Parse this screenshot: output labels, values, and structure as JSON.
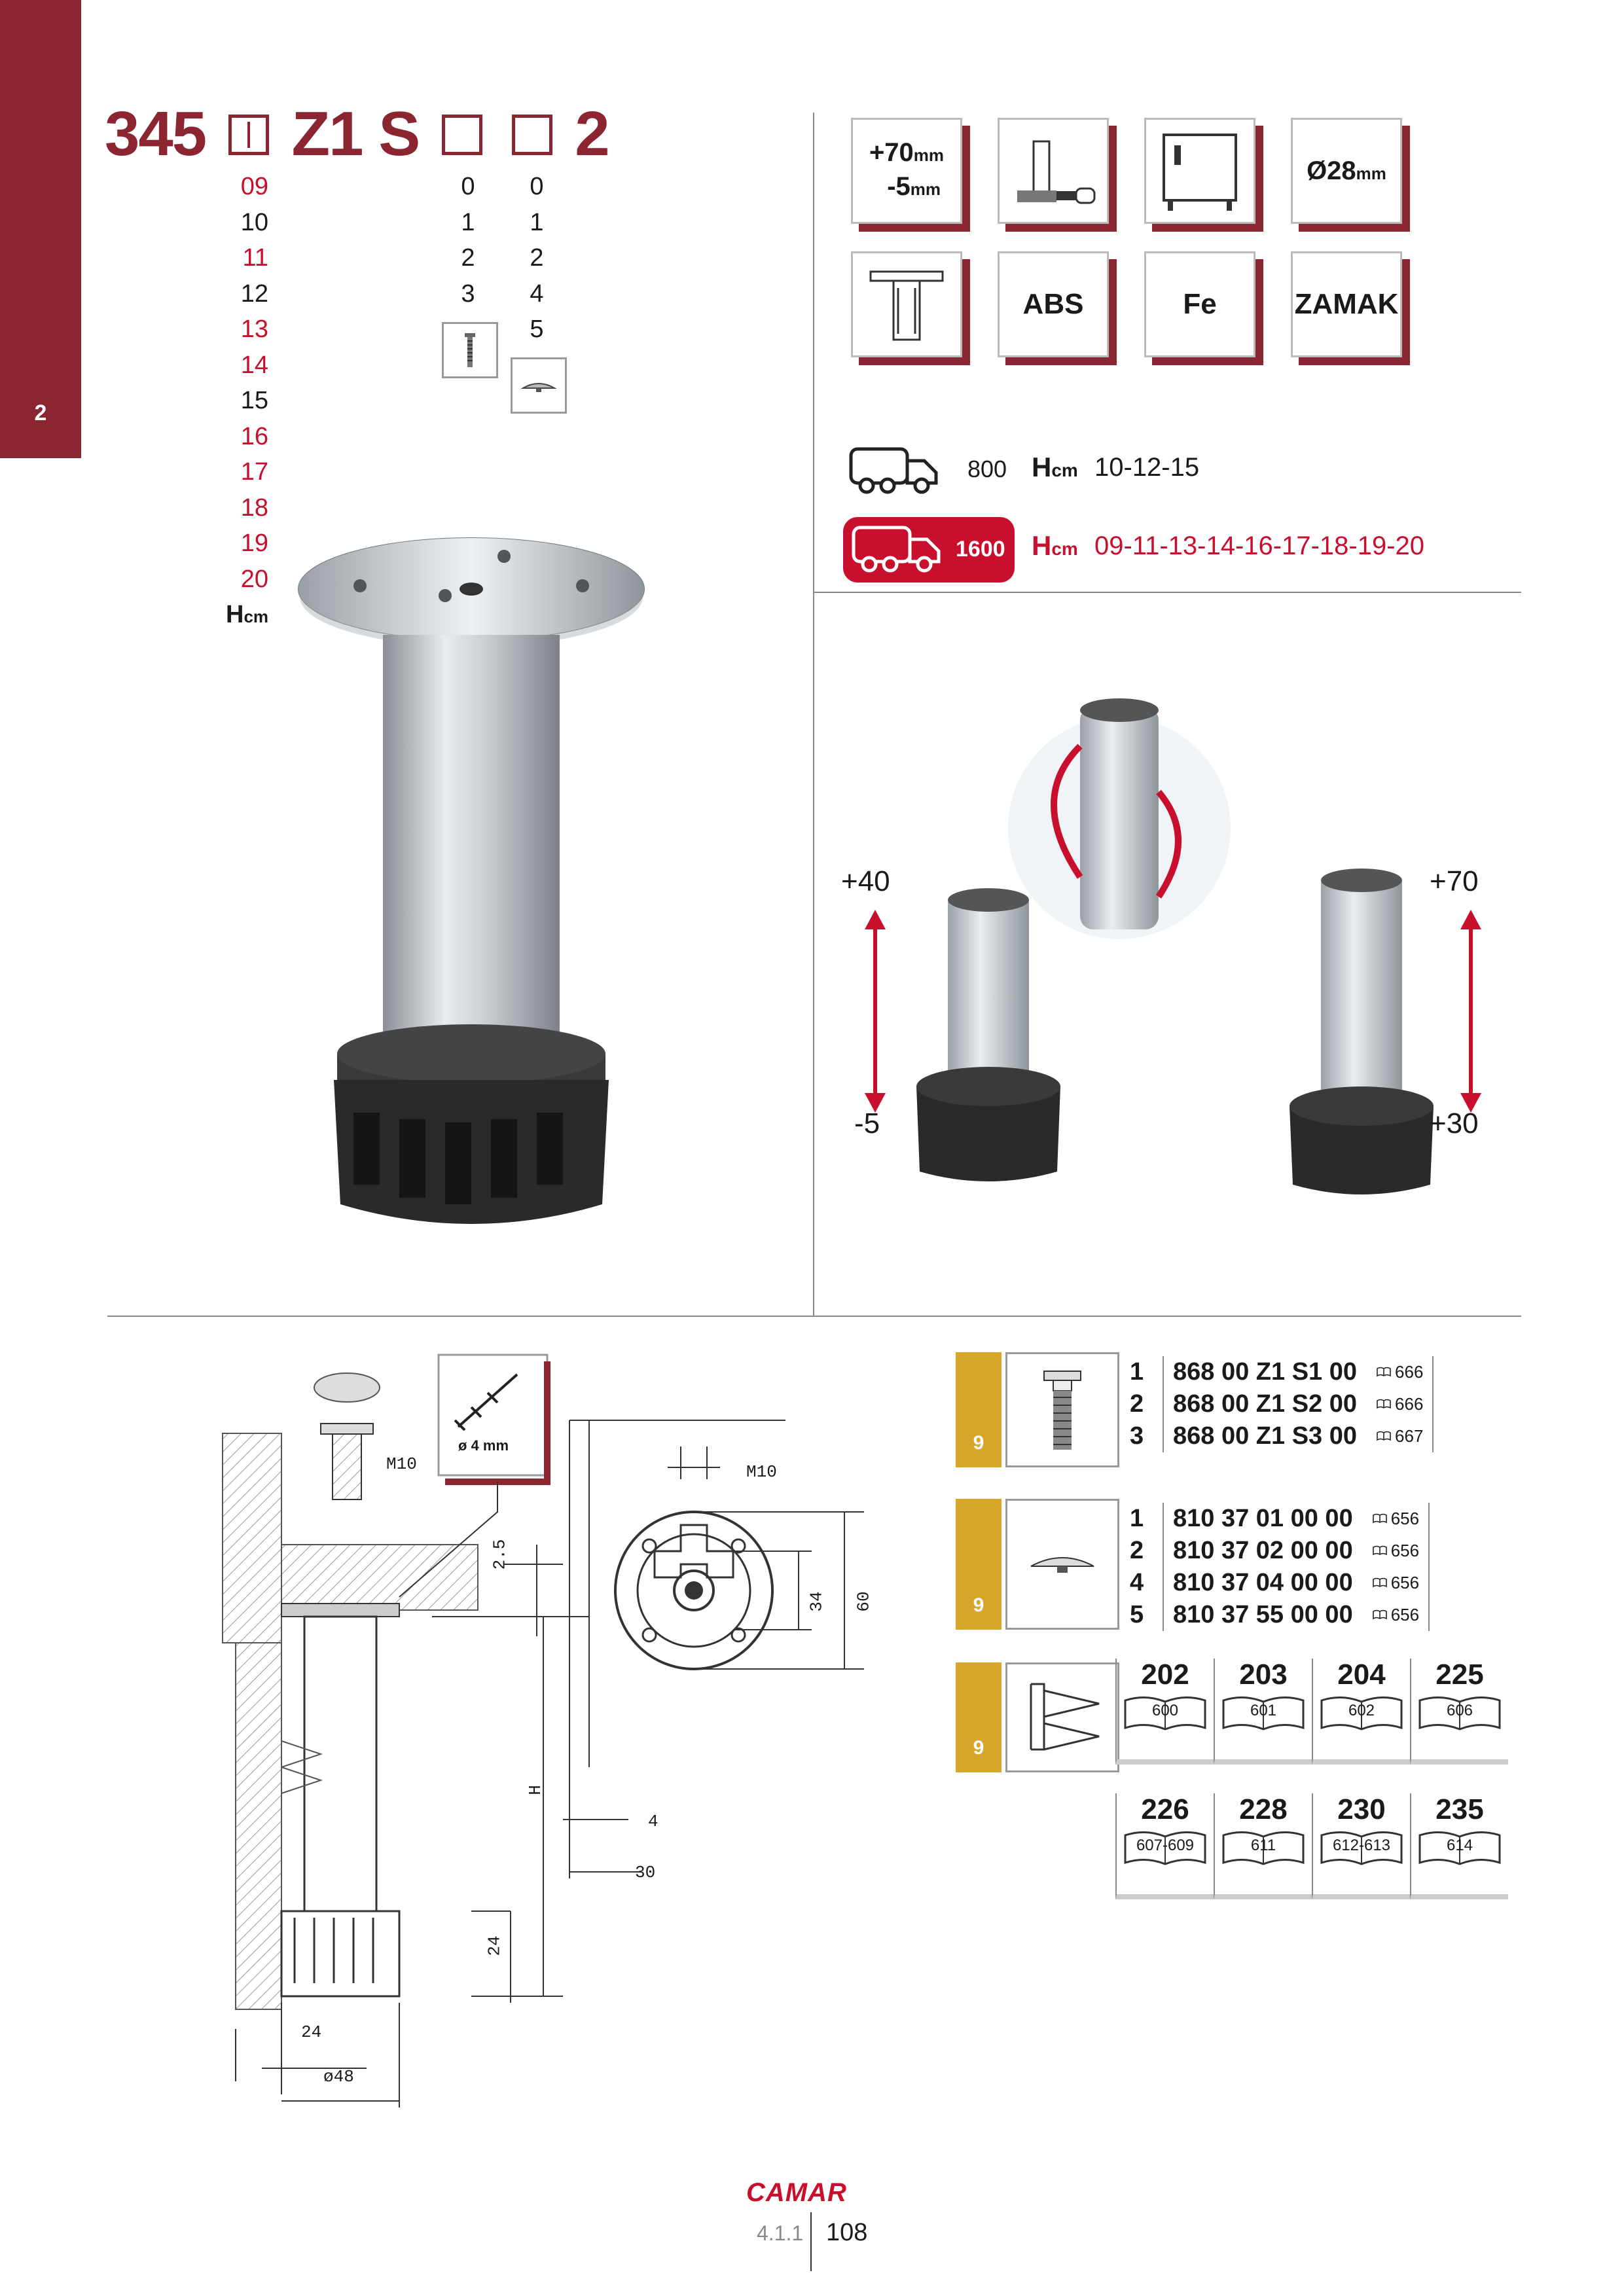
{
  "sidebar": {
    "page_tab": "2"
  },
  "title": {
    "prefix": "345",
    "middle": "Z1 S",
    "suffix": "2"
  },
  "heights": [
    {
      "v": "09",
      "red": true
    },
    {
      "v": "10",
      "red": false
    },
    {
      "v": "11",
      "red": true
    },
    {
      "v": "12",
      "red": false
    },
    {
      "v": "13",
      "red": true
    },
    {
      "v": "14",
      "red": true
    },
    {
      "v": "15",
      "red": false
    },
    {
      "v": "16",
      "red": true
    },
    {
      "v": "17",
      "red": true
    },
    {
      "v": "18",
      "red": true
    },
    {
      "v": "19",
      "red": true
    },
    {
      "v": "20",
      "red": true
    }
  ],
  "hcm_label": {
    "h": "H",
    "unit": "cm"
  },
  "option_col1": [
    "0",
    "1",
    "2",
    "3"
  ],
  "option_col2": [
    "0",
    "1",
    "2",
    "4",
    "5"
  ],
  "features": {
    "adjust_plus": "+70",
    "adjust_minus": "-5",
    "mm": "mm",
    "diameter": "Ø28",
    "materials": [
      "ABS",
      "Fe",
      "ZAMAK"
    ]
  },
  "shipping": [
    {
      "qty": "800",
      "h": "H",
      "unit": "cm",
      "values": "10-12-15"
    },
    {
      "qty": "1600",
      "h": "H",
      "unit": "cm",
      "values": "09-11-13-14-16-17-18-19-20"
    }
  ],
  "adjust_labels": {
    "left_top": "+40",
    "left_bottom": "-5",
    "right_top": "+70",
    "right_bottom": "+30"
  },
  "drawing": {
    "screw_label": "ø 4 mm",
    "m10_a": "M10",
    "m10_b": "M10",
    "d_2_5": "2.5",
    "d_34": "34",
    "d_60": "60",
    "d_h": "H",
    "d_4": "4",
    "d_30": "30",
    "d_24v": "24",
    "d_24h": "24",
    "d_48": "ø48"
  },
  "accessories": {
    "groups": [
      {
        "pack": "9",
        "rows": [
          {
            "n": "1",
            "code_a": "868 00 ",
            "code_b": "Z1",
            "code_c": " S1 00",
            "ref": "666"
          },
          {
            "n": "2",
            "code_a": "868 00 ",
            "code_b": "Z1",
            "code_c": " S2 00",
            "ref": "666"
          },
          {
            "n": "3",
            "code_a": "868 00 ",
            "code_b": "Z1",
            "code_c": " S3 00",
            "ref": "667"
          }
        ]
      },
      {
        "pack": "9",
        "rows": [
          {
            "n": "1",
            "code": "810 37 01 00 00",
            "ref": "656"
          },
          {
            "n": "2",
            "code": "810 37 02 00 00",
            "ref": "656"
          },
          {
            "n": "4",
            "code": "810 37 04 00 00",
            "ref": "656"
          },
          {
            "n": "5",
            "code": "810 37 55 00 00",
            "ref": "656"
          }
        ]
      },
      {
        "pack": "9"
      }
    ],
    "books_row1": [
      {
        "n": "202",
        "p": "600"
      },
      {
        "n": "203",
        "p": "601"
      },
      {
        "n": "204",
        "p": "602"
      },
      {
        "n": "225",
        "p": "606"
      }
    ],
    "books_row2": [
      {
        "n": "226",
        "p": "607-609"
      },
      {
        "n": "228",
        "p": "611"
      },
      {
        "n": "230",
        "p": "612-613"
      },
      {
        "n": "235",
        "p": "614"
      }
    ]
  },
  "footer": {
    "brand": "CAMAR",
    "section": "4.1.1",
    "page": "108"
  }
}
